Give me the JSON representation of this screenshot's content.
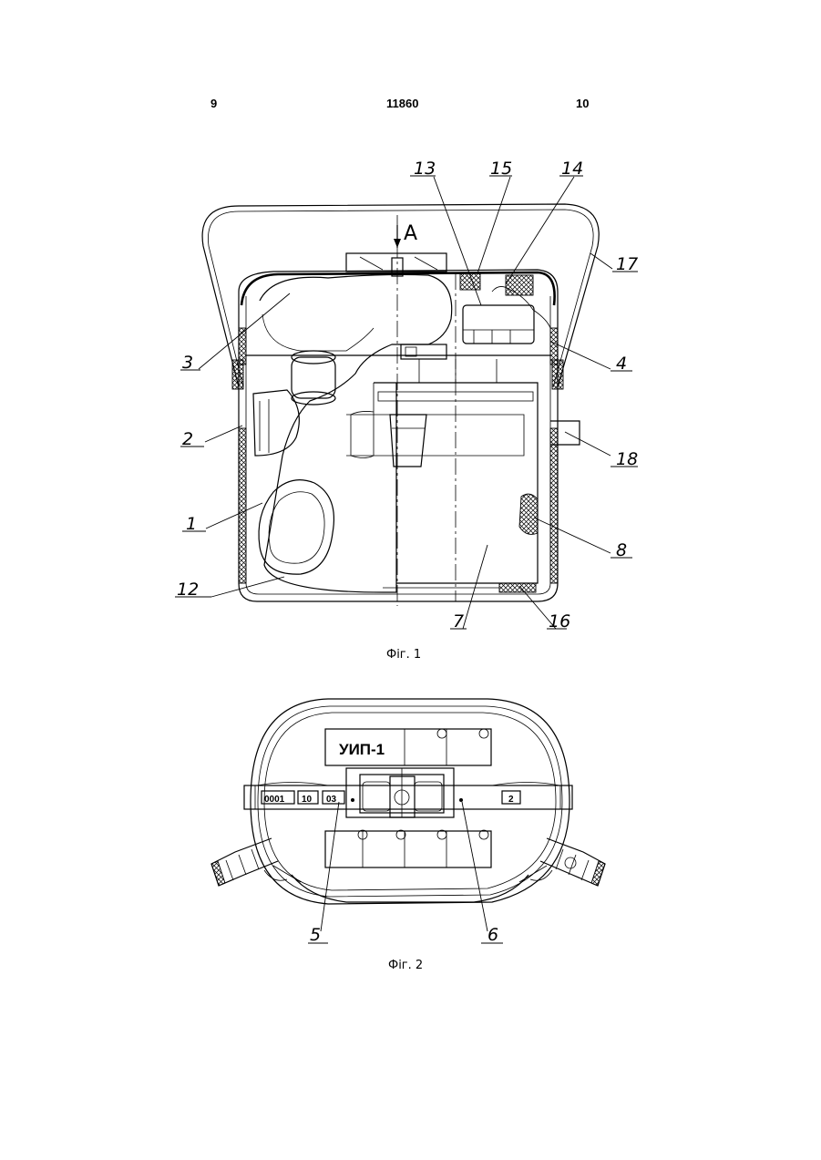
{
  "header": {
    "left": "9",
    "center": "11860",
    "right": "10"
  },
  "fig1": {
    "section_marker": "A",
    "caption": "Фіг. 1",
    "callouts": {
      "c1": "1",
      "c2": "2",
      "c3": "3",
      "c4": "4",
      "c7": "7",
      "c8": "8",
      "c12": "12",
      "c13": "13",
      "c14": "14",
      "c15": "15",
      "c16": "16",
      "c17": "17",
      "c18": "18"
    }
  },
  "fig2": {
    "caption": "Фіг. 2",
    "plate_label": "УИП-1",
    "serial_boxes": [
      "0001",
      "10",
      "03"
    ],
    "right_box": "2",
    "callouts": {
      "c5": "5",
      "c6": "6"
    }
  }
}
